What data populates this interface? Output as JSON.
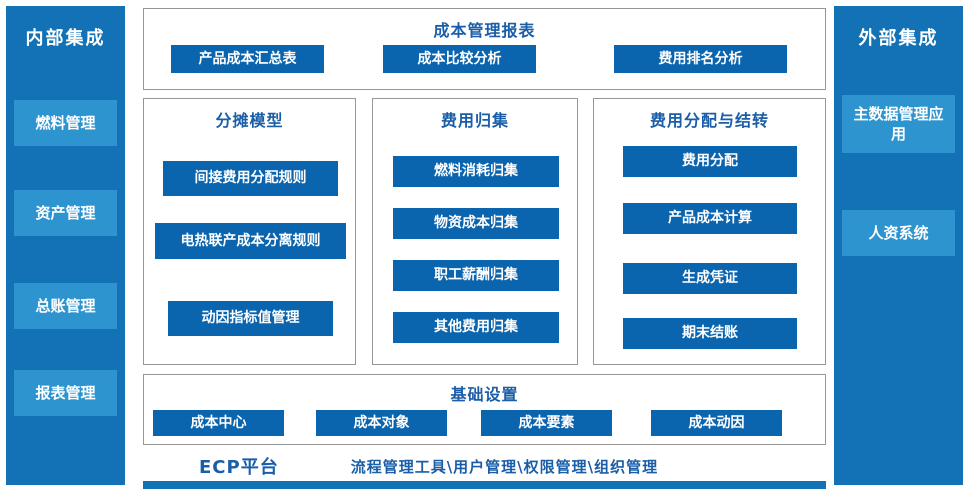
{
  "left_sidebar": {
    "title": "内部集成",
    "items": [
      "燃料管理",
      "资产管理",
      "总账管理",
      "报表管理"
    ]
  },
  "right_sidebar": {
    "title": "外部集成",
    "items": [
      "主数据管理应用",
      "人资系统"
    ]
  },
  "reports": {
    "title": "成本管理报表",
    "items": [
      "产品成本汇总表",
      "成本比较分析",
      "费用排名分析"
    ]
  },
  "allocation_model": {
    "title": "分摊模型",
    "items": [
      "间接费用分配规则",
      "电热联产成本分离规则",
      "动因指标值管理"
    ]
  },
  "expense_collection": {
    "title": "费用归集",
    "items": [
      "燃料消耗归集",
      "物资成本归集",
      "职工薪酬归集",
      "其他费用归集"
    ]
  },
  "expense_allocation": {
    "title": "费用分配与结转",
    "items": [
      "费用分配",
      "产品成本计算",
      "生成凭证",
      "期末结账"
    ]
  },
  "basic_settings": {
    "title": "基础设置",
    "items": [
      "成本中心",
      "成本对象",
      "成本要素",
      "成本动因"
    ]
  },
  "platform": {
    "name": "ECP平台",
    "tools": "流程管理工具\\用户管理\\权限管理\\组织管理"
  },
  "colors": {
    "sidebar_bg": "#1272B5",
    "sidebar_item_bg": "#2E94CF",
    "button_bg": "#0A64AE",
    "title_text": "#1B5EA8",
    "border": "#969696"
  }
}
